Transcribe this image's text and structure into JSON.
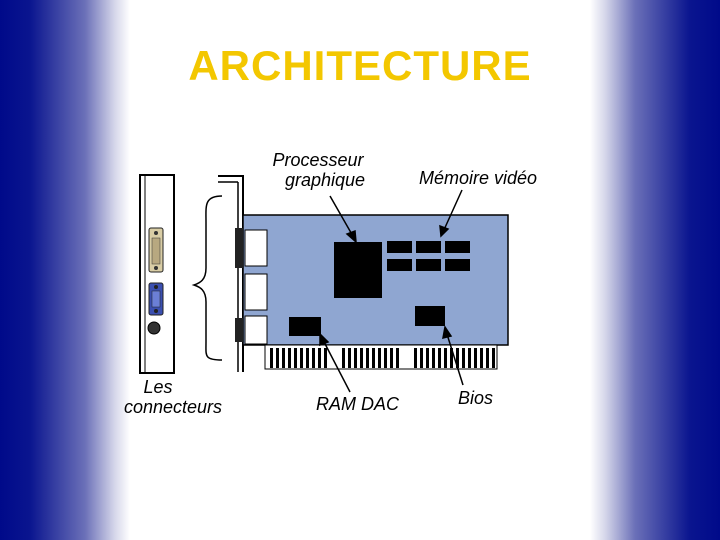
{
  "title": "ARCHITECTURE",
  "labels": {
    "processeur": [
      "Processeur",
      "graphique"
    ],
    "memoire": "Mémoire vidéo",
    "connecteurs": [
      "Les",
      "connecteurs"
    ],
    "ramdac": "RAM DAC",
    "bios": "Bios"
  },
  "colors": {
    "title": "#f3c700",
    "board": "#8fa6d1",
    "chip": "#000000",
    "background_edge": "#000a8a"
  }
}
